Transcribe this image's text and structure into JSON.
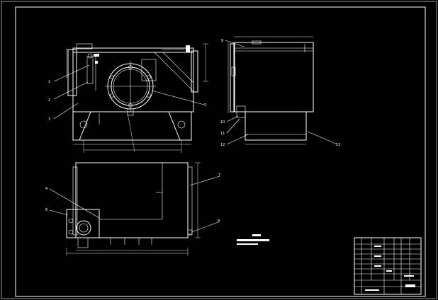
{
  "colors": {
    "background": "#000000",
    "lines": "#ffffff"
  },
  "balloons": {
    "b1": "1",
    "b2": "2",
    "b3": "3",
    "b4": "4",
    "b5": "5",
    "b6": "6",
    "b7": "7",
    "b8": "8",
    "b9": "9",
    "b10": "10",
    "b11": "11",
    "b12": "12",
    "b13": "13"
  }
}
